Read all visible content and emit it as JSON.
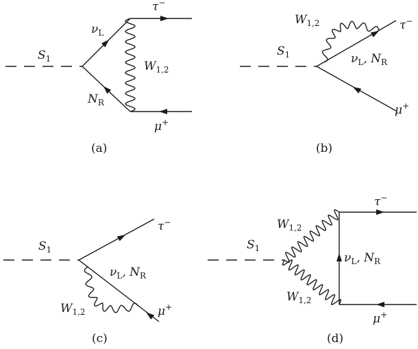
{
  "diagrams": [
    {
      "caption": "(a)",
      "labels": {
        "scalar": "S",
        "scalar_sub": "1",
        "top_fermion": "τ",
        "top_fermion_sup": "−",
        "bottom_fermion": "μ",
        "bottom_fermion_sup": "+",
        "internal_upper": "ν",
        "internal_upper_sub": "L",
        "internal_lower": "N",
        "internal_lower_sub": "R",
        "boson": "W",
        "boson_sub": "1,2"
      }
    },
    {
      "caption": "(b)",
      "labels": {
        "scalar": "S",
        "scalar_sub": "1",
        "top_fermion": "τ",
        "top_fermion_sup": "−",
        "bottom_fermion": "μ",
        "bottom_fermion_sup": "+",
        "internal": "ν",
        "internal_sub": "L",
        "internal_sep": ", N",
        "internal_sub2": "R",
        "boson": "W",
        "boson_sub": "1,2"
      }
    },
    {
      "caption": "(c)",
      "labels": {
        "scalar": "S",
        "scalar_sub": "1",
        "top_fermion": "τ",
        "top_fermion_sup": "−",
        "bottom_fermion": "μ",
        "bottom_fermion_sup": "+",
        "internal": "ν",
        "internal_sub": "L",
        "internal_sep": ", N",
        "internal_sub2": "R",
        "boson": "W",
        "boson_sub": "1,2"
      }
    },
    {
      "caption": "(d)",
      "labels": {
        "scalar": "S",
        "scalar_sub": "1",
        "top_fermion": "τ",
        "top_fermion_sup": "−",
        "bottom_fermion": "μ",
        "bottom_fermion_sup": "+",
        "internal": "ν",
        "internal_sub": "L",
        "internal_sep": ", N",
        "internal_sub2": "R",
        "boson_upper": "W",
        "boson_upper_sub": "1,2",
        "boson_lower": "W",
        "boson_lower_sub": "1,2"
      }
    }
  ]
}
